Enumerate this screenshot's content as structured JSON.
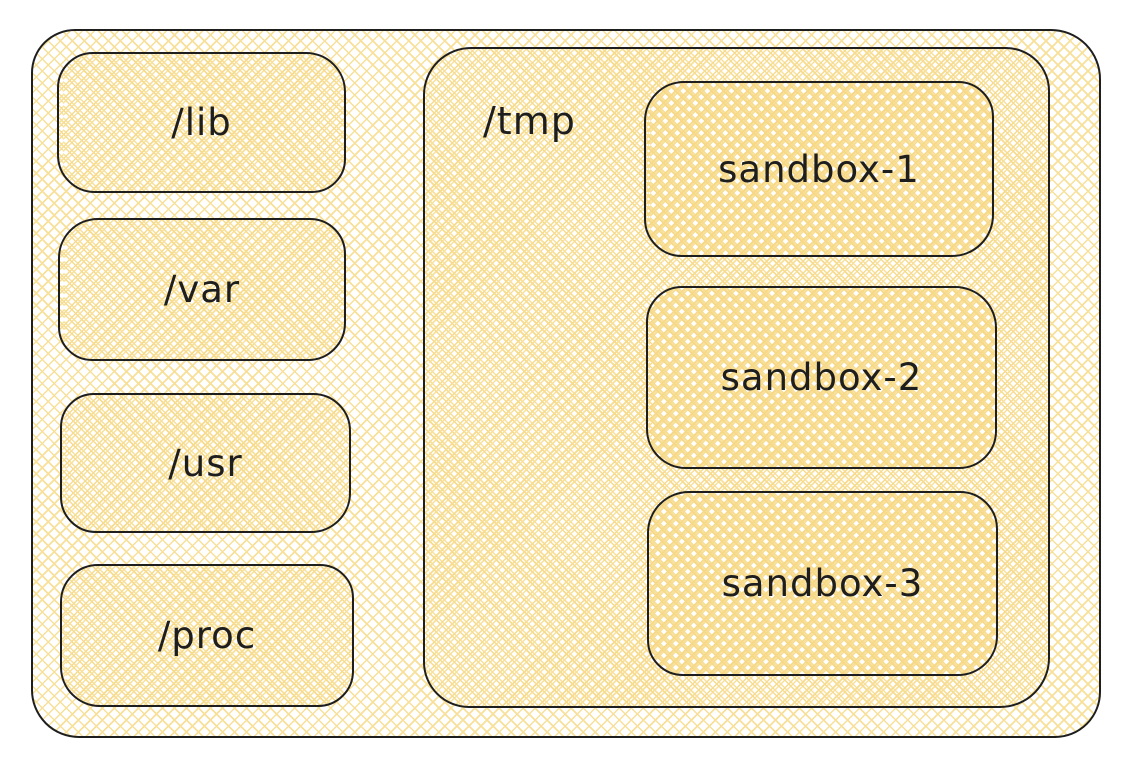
{
  "colors": {
    "stroke": "#1e1e1e",
    "hatch_fill": "#f8e09a",
    "canvas_background": "#ffffff"
  },
  "root_dirs": [
    {
      "label": "/lib"
    },
    {
      "label": "/var"
    },
    {
      "label": "/usr"
    },
    {
      "label": "/proc"
    }
  ],
  "tmp": {
    "label": "/tmp",
    "sandboxes": [
      {
        "label": "sandbox-1"
      },
      {
        "label": "sandbox-2"
      },
      {
        "label": "sandbox-3"
      }
    ]
  }
}
